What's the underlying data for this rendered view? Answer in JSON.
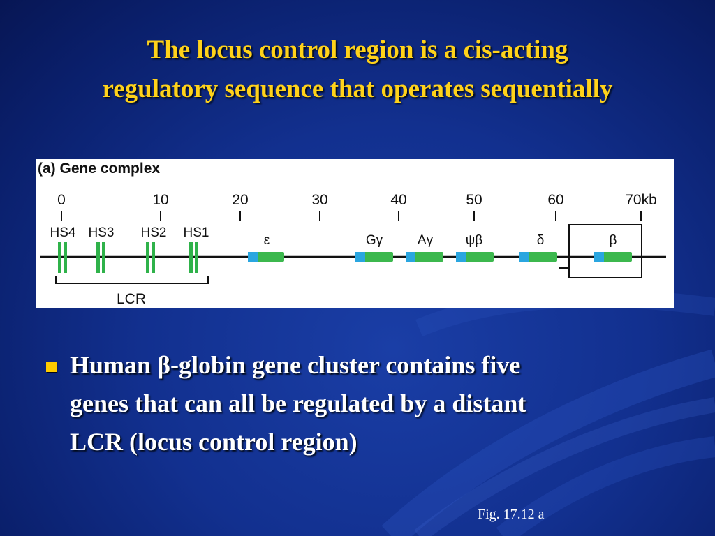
{
  "title": {
    "line1": "The locus control region is a cis-acting",
    "line2": "regulatory sequence that operates sequentially"
  },
  "figure": {
    "panel_label": "(a) Gene complex",
    "scale_ticks": [
      "0",
      "10",
      "20",
      "30",
      "40",
      "50",
      "60",
      "70kb"
    ],
    "hs_sites": [
      "HS4",
      "HS3",
      "HS2",
      "HS1"
    ],
    "genes": [
      "ε",
      "Gγ",
      "Aγ",
      "ψβ",
      "δ",
      "β"
    ],
    "lcr_label": "LCR",
    "colors": {
      "hs_site": "#2fb24a",
      "gene_body": "#3cb84e",
      "gene_promoter": "#2aa6e0",
      "dna_line": "#111111"
    }
  },
  "bullet": {
    "line1": "Human β-globin gene cluster contains five",
    "line2": "genes that can all be regulated by a distant",
    "line3": "LCR (locus control region)"
  },
  "caption": "Fig. 17.12 a",
  "colors": {
    "background": "#12308f",
    "title_text": "#ffd21a",
    "body_text": "#ffffff",
    "bullet": "#ffcc00"
  }
}
